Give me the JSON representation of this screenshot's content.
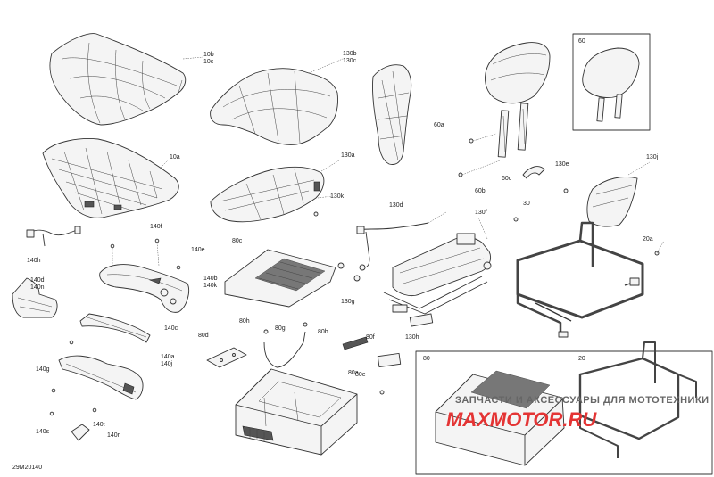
{
  "diagram_id": "29M20140",
  "labels": {
    "l10b": "10b",
    "l10c": "10c",
    "l10a": "10a",
    "l130b": "130b",
    "l130c": "130c",
    "l130a": "130a",
    "l130k": "130k",
    "l130d": "130d",
    "l130f": "130f",
    "l130g": "130g",
    "l130h": "130h",
    "l130e": "130e",
    "l130j": "130j",
    "l60": "60",
    "l60a": "60a",
    "l60b": "60b",
    "l60c": "60c",
    "l30": "30",
    "l20a": "20a",
    "l20": "20",
    "l80": "80",
    "l80a": "80a",
    "l80b": "80b",
    "l80c": "80c",
    "l80d": "80d",
    "l80e": "80e",
    "l80f": "80f",
    "l80g": "80g",
    "l80h": "80h",
    "l140a": "140a",
    "l140b": "140b",
    "l140c": "140c",
    "l140d": "140d",
    "l140e": "140e",
    "l140f": "140f",
    "l140g": "140g",
    "l140h": "140h",
    "l140j": "140j",
    "l140k": "140k",
    "l140n": "140n",
    "l140r": "140r",
    "l140s": "140s",
    "l140t": "140t"
  },
  "watermark": {
    "banner": "ЗАПЧАСТИ И АКСЕССУАРЫ ДЛЯ МОТОТЕХНИКИ",
    "logo": "MAXMOTOR.RU"
  },
  "colors": {
    "line": "#333333",
    "watermark_red": "#e43434"
  }
}
